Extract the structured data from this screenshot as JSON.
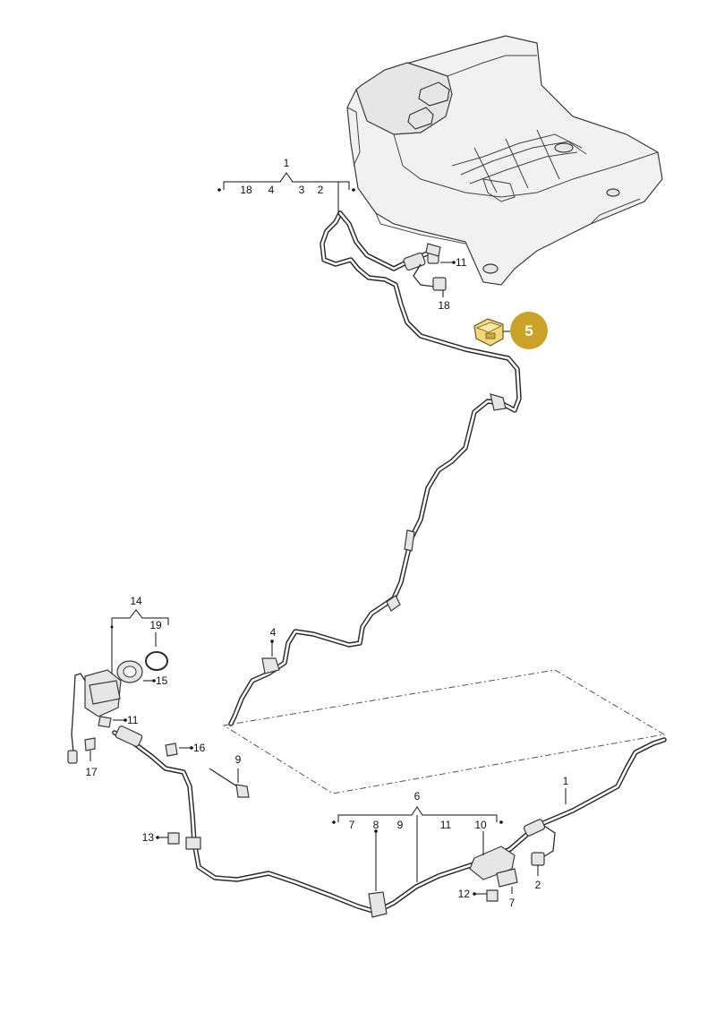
{
  "callouts": {
    "c1_top": "1",
    "c18_top": "18",
    "c4_top": "4",
    "c3_top": "3",
    "c2_top": "2",
    "c11_top": "11",
    "c18_mid": "18",
    "c4_mid": "4",
    "c14": "14",
    "c19": "19",
    "c15": "15",
    "c11_left": "11",
    "c16": "16",
    "c17": "17",
    "c9_left": "9",
    "c13": "13",
    "c6": "6",
    "c7_a": "7",
    "c8": "8",
    "c9_b": "9",
    "c11_b": "11",
    "c10": "10",
    "c1_right": "1",
    "c2_right": "2",
    "c12": "12",
    "c7_b": "7"
  },
  "highlight": {
    "label": "5",
    "color": "#c9a227"
  }
}
